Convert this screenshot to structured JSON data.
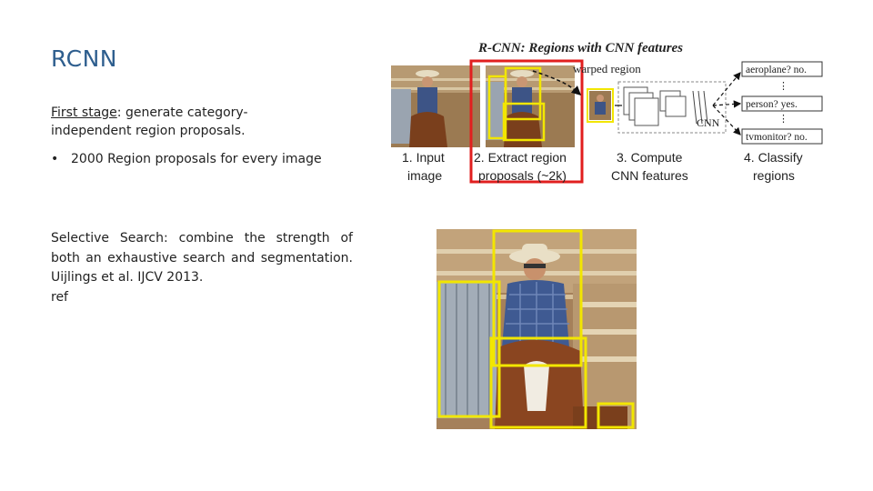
{
  "slide": {
    "title": "RCNN",
    "stage": {
      "label": "First stage",
      "text_after_label": ": generate category-",
      "text_line2": "independent region proposals."
    },
    "bullet": {
      "symbol": "•",
      "text": "2000 Region proposals for every image"
    },
    "selective_search": {
      "line1": "Selective Search: combine the strength of",
      "line2": "both an exhaustive search and segmentation.",
      "line3": "Uijlings et al.  IJCV 2013.",
      "line4": "ref"
    }
  },
  "diagram": {
    "title": "R-CNN: Regions with CNN features",
    "warped_label": "warped region",
    "cnn_label": "CNN",
    "outputs": [
      "aeroplane? no.",
      "person? yes.",
      "tvmonitor? no."
    ],
    "steps": [
      {
        "num": "1.",
        "line1": "Input",
        "line2": "image"
      },
      {
        "num": "2.",
        "line1": "Extract region",
        "line2": "proposals (~2k)"
      },
      {
        "num": "3.",
        "line1": "Compute",
        "line2": "CNN features"
      },
      {
        "num": "4.",
        "line1": "Classify",
        "line2": "regions"
      }
    ],
    "colors": {
      "highlight": "#e11f1f",
      "proposal_box": "#f2e600",
      "arrow": "#111111"
    }
  }
}
